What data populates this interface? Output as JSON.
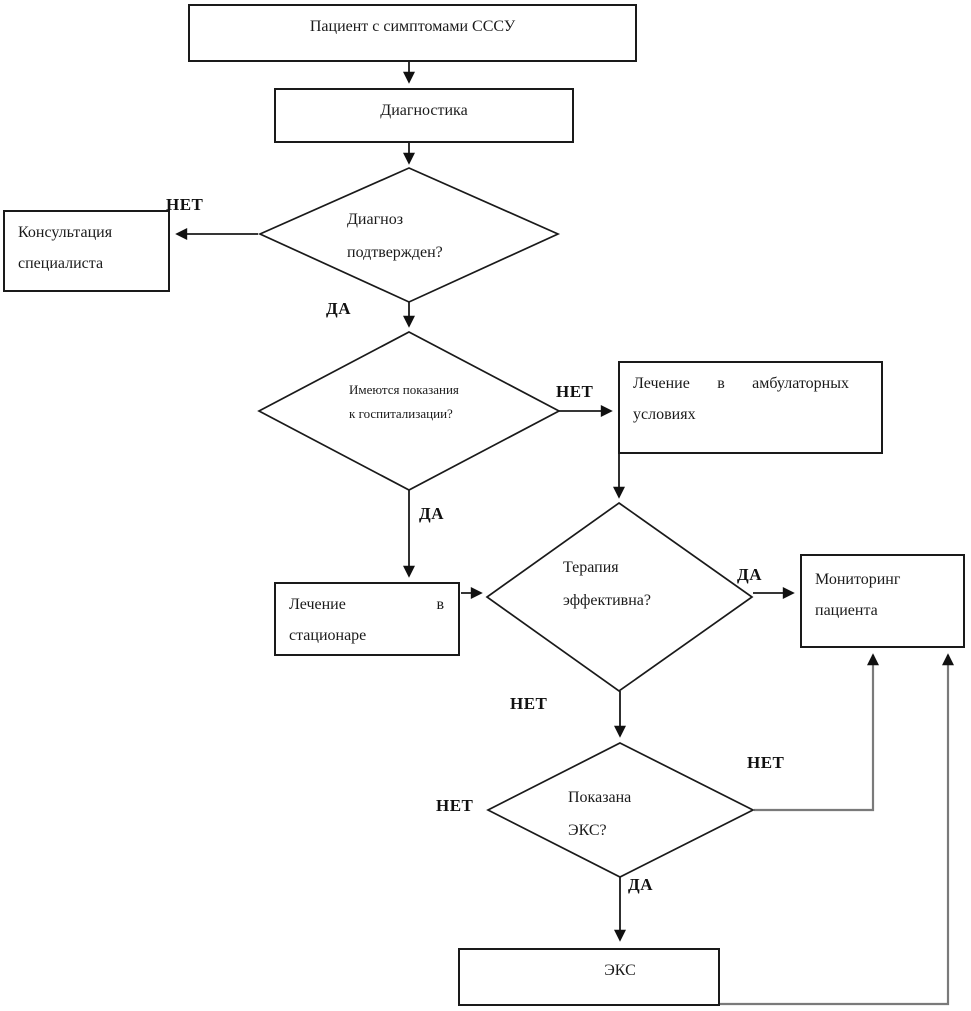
{
  "diagram": {
    "title_node": "Пациент с симптомами СССУ",
    "type": "flowchart",
    "language": "ru"
  },
  "nodes": {
    "patient": {
      "label": "Пациент с симптомами СССУ"
    },
    "diagnostics": {
      "label": "Диагностика"
    },
    "consultation": {
      "line1": "Консультация",
      "line2": "специалиста"
    },
    "diagnosis_confirmed": {
      "line1": "Диагноз",
      "line2": "подтвержден?"
    },
    "hospitalization": {
      "line1": "Имеются показания",
      "line2": "к госпитализации?"
    },
    "outpatient": {
      "w1": "Лечение",
      "w2": "в",
      "w3": "амбулаторных",
      "line2": "условиях"
    },
    "inpatient": {
      "w1": "Лечение",
      "w2": "в",
      "line2": "стационаре"
    },
    "therapy": {
      "line1": "Терапия",
      "line2": "эффективна?"
    },
    "monitoring": {
      "line1": "Мониторинг",
      "line2": "пациента"
    },
    "pacemaker_question": {
      "line1": "Показана",
      "line2": "ЭКС?"
    },
    "pacemaker": {
      "label": "ЭКС"
    }
  },
  "edge_labels": {
    "diagnosis_no": "НЕТ",
    "diagnosis_yes": "ДА",
    "hospitalization_no": "НЕТ",
    "hospitalization_yes": "ДА",
    "therapy_yes": "ДА",
    "therapy_no": "НЕТ",
    "pacemaker_no_right": "НЕТ",
    "pacemaker_no_left": "НЕТ",
    "pacemaker_yes": "ДА"
  },
  "colors": {
    "line": "#1a1a1a",
    "feedback_line": "#7a7a7a",
    "node_border": "#1a1a1a",
    "background": "#ffffff"
  }
}
